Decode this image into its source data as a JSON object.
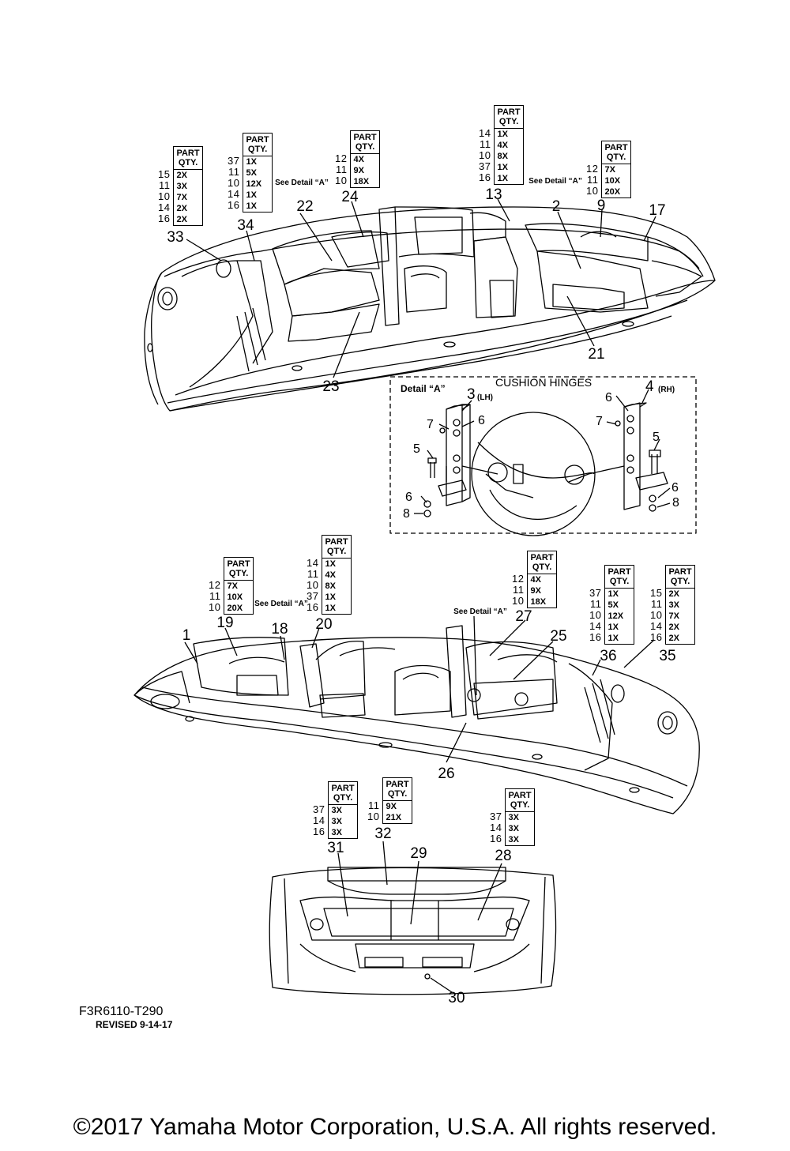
{
  "header_label": "PART\nQTY.",
  "see_detail": "See Detail\n“A”",
  "qty_boxes": [
    {
      "id": "q33",
      "parts": [
        "15",
        "11",
        "10",
        "14",
        "16"
      ],
      "qtys": [
        "2X",
        "3X",
        "7X",
        "2X",
        "2X"
      ]
    },
    {
      "id": "q34",
      "parts": [
        "37",
        "11",
        "10",
        "14",
        "16"
      ],
      "qtys": [
        "1X",
        "5X",
        "12X",
        "1X",
        "1X"
      ]
    },
    {
      "id": "q24",
      "parts": [
        "12",
        "11",
        "10"
      ],
      "qtys": [
        "4X",
        "9X",
        "18X"
      ]
    },
    {
      "id": "q13",
      "parts": [
        "14",
        "11",
        "10",
        "37",
        "16"
      ],
      "qtys": [
        "1X",
        "4X",
        "8X",
        "1X",
        "1X"
      ]
    },
    {
      "id": "q9",
      "parts": [
        "12",
        "11",
        "10"
      ],
      "qtys": [
        "7X",
        "10X",
        "20X"
      ]
    },
    {
      "id": "q19",
      "parts": [
        "12",
        "11",
        "10"
      ],
      "qtys": [
        "7X",
        "10X",
        "20X"
      ]
    },
    {
      "id": "q20",
      "parts": [
        "14",
        "11",
        "10",
        "37",
        "16"
      ],
      "qtys": [
        "1X",
        "4X",
        "8X",
        "1X",
        "1X"
      ]
    },
    {
      "id": "q27",
      "parts": [
        "12",
        "11",
        "10"
      ],
      "qtys": [
        "4X",
        "9X",
        "18X"
      ]
    },
    {
      "id": "q36",
      "parts": [
        "37",
        "11",
        "10",
        "14",
        "16"
      ],
      "qtys": [
        "1X",
        "5X",
        "12X",
        "1X",
        "1X"
      ]
    },
    {
      "id": "q35",
      "parts": [
        "15",
        "11",
        "10",
        "14",
        "16"
      ],
      "qtys": [
        "2X",
        "3X",
        "7X",
        "2X",
        "2X"
      ]
    },
    {
      "id": "q31",
      "parts": [
        "37",
        "14",
        "16"
      ],
      "qtys": [
        "3X",
        "3X",
        "3X"
      ]
    },
    {
      "id": "q32",
      "parts": [
        "11",
        "10"
      ],
      "qtys": [
        "9X",
        "21X"
      ]
    },
    {
      "id": "q28",
      "parts": [
        "37",
        "14",
        "16"
      ],
      "qtys": [
        "3X",
        "3X",
        "3X"
      ]
    }
  ],
  "callouts": {
    "top": [
      "33",
      "34",
      "22",
      "24",
      "13",
      "2",
      "9",
      "17",
      "21",
      "23"
    ],
    "bottom": [
      "1",
      "19",
      "18",
      "20",
      "27",
      "25",
      "36",
      "35",
      "26"
    ],
    "rear": [
      "31",
      "32",
      "29",
      "28",
      "30"
    ]
  },
  "detail": {
    "label": "Detail “A”",
    "title": "CUSHION HINGES",
    "lh": "(LH)",
    "rh": "(RH)",
    "nums": [
      "3",
      "4",
      "7",
      "6",
      "5",
      "6",
      "8",
      "6",
      "7",
      "5",
      "6",
      "8"
    ]
  },
  "drawing_code": "F3R6110-T290",
  "revised": "REVISED 9-14-17",
  "copyright": "©2017 Yamaha Motor Corporation, U.S.A. All rights reserved."
}
